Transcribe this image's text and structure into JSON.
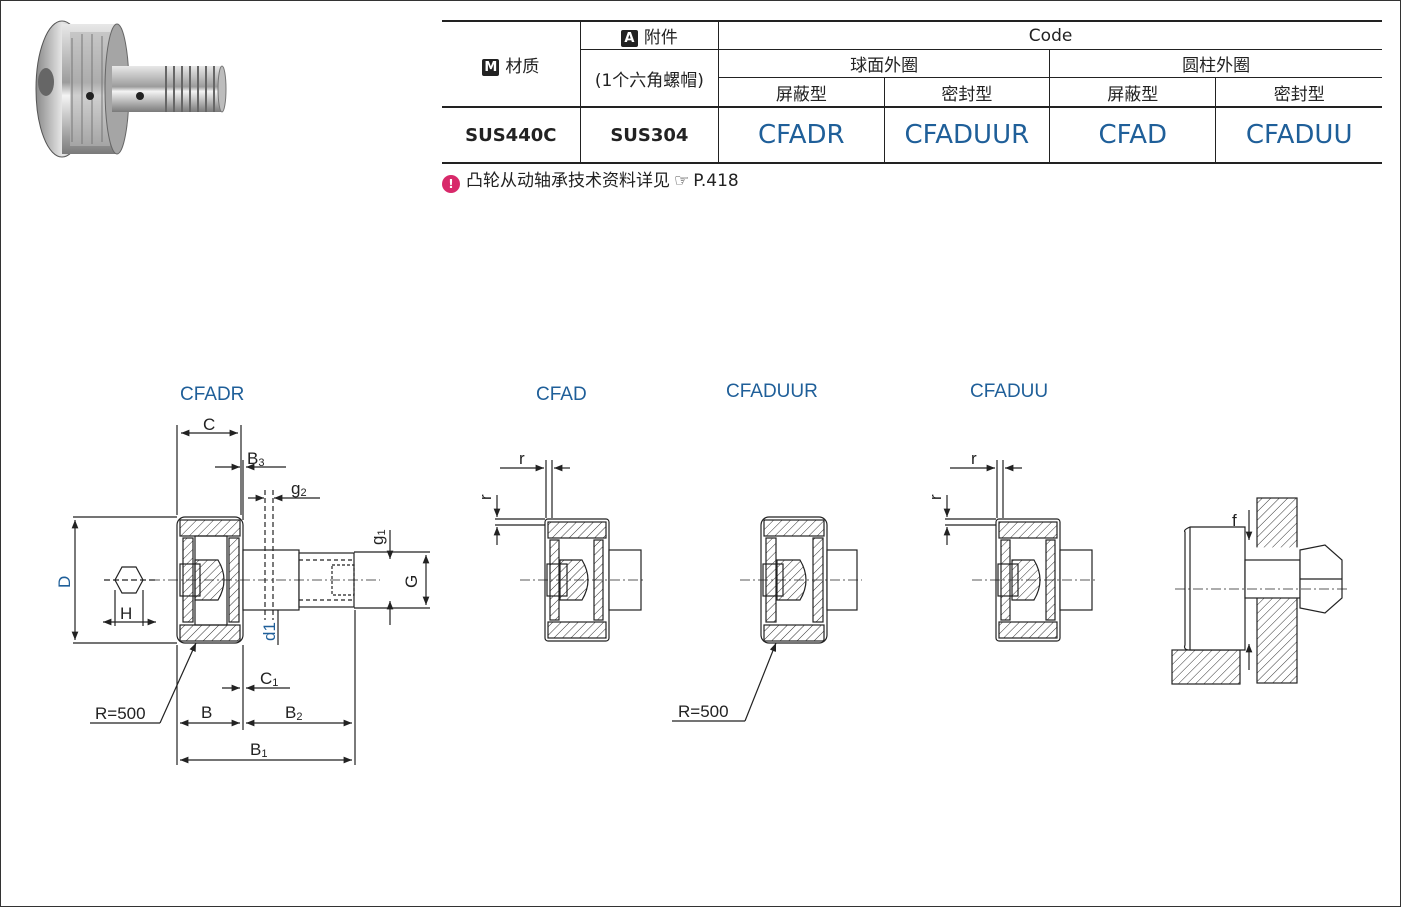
{
  "table": {
    "material_tag": "M",
    "material_label": "材质",
    "accessory_tag": "A",
    "accessory_label": "附件",
    "accessory_sub": "(1个六角螺帽)",
    "code_header": "Code",
    "group_spherical": "球面外圈",
    "group_cylindrical": "圆柱外圈",
    "shielded": "屏蔽型",
    "sealed": "密封型",
    "material_value": "SUS440C",
    "accessory_value": "SUS304",
    "codes": [
      "CFADR",
      "CFADUUR",
      "CFAD",
      "CFADUU"
    ]
  },
  "note": {
    "text": "凸轮从动轴承技术资料详见",
    "ref": "P.418"
  },
  "drawings": {
    "labels": [
      "CFADR",
      "CFAD",
      "CFADUUR",
      "CFADUU"
    ],
    "dims": {
      "C": "C",
      "B3": "B",
      "B3_sub": "3",
      "g2": "g",
      "g2_sub": "2",
      "g1": "g",
      "g1_sub": "1",
      "G": "G",
      "D": "D",
      "H": "H",
      "d1": "d1",
      "C1": "C",
      "C1_sub": "1",
      "B": "B",
      "B2": "B",
      "B2_sub": "2",
      "B1": "B",
      "B1_sub": "1",
      "R": "R=500",
      "r": "r",
      "f": "f"
    }
  },
  "colors": {
    "accent": "#1f5f99",
    "note_pin": "#d8296a",
    "line": "#222222"
  }
}
